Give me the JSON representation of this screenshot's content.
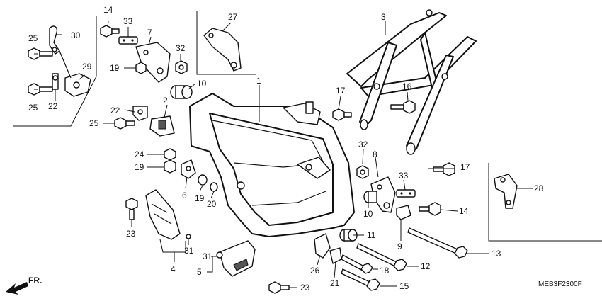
{
  "diagram_code": "MEB3F2300F",
  "direction_label": "FR.",
  "callouts": {
    "c1": "1",
    "c2": "2",
    "c3": "3",
    "c4": "4",
    "c5": "5",
    "c6": "6",
    "c7": "7",
    "c8": "8",
    "c9": "9",
    "c10a": "10",
    "c10b": "10",
    "c11": "11",
    "c12": "12",
    "c13": "13",
    "c14a": "14",
    "c14b": "14",
    "c15": "15",
    "c16": "16",
    "c17a": "17",
    "c17b": "17",
    "c18": "18",
    "c19a": "19",
    "c19b": "19",
    "c19c": "19",
    "c20": "20",
    "c21": "21",
    "c22a": "22",
    "c22b": "22",
    "c23a": "23",
    "c23b": "23",
    "c24": "24",
    "c25a": "25",
    "c25b": "25",
    "c25c": "25",
    "c26": "26",
    "c27": "27",
    "c28": "28",
    "c29": "29",
    "c30": "30",
    "c31a": "31",
    "c31b": "31",
    "c32a": "32",
    "c32b": "32",
    "c33a": "33",
    "c33b": "33"
  }
}
